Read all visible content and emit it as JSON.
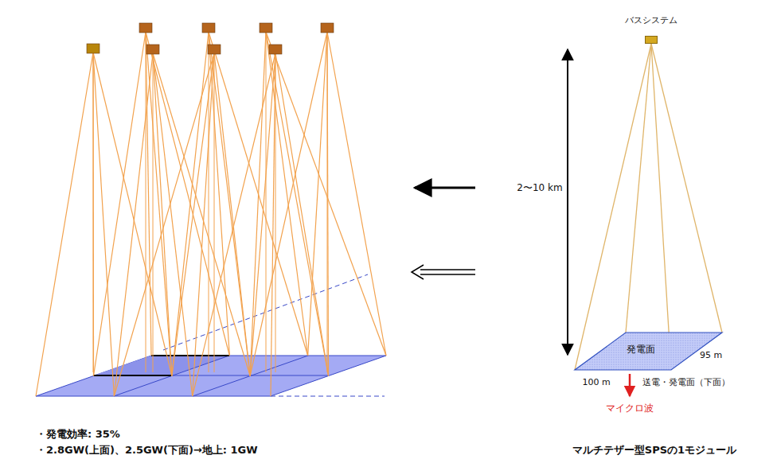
{
  "diagram": {
    "caption": "マルチテザー型SPSの1モジュール",
    "nodes": [
      {
        "text": [
          "バスシステム"
        ]
      },
      {
        "text": [
          "発電面"
        ]
      }
    ],
    "edges": [
      {
        "from": 0,
        "to": 1,
        "arrow": "none"
      },
      {
        "from": 0,
        "to": 1,
        "arrow": "none"
      },
      {
        "from": 0,
        "to": 1,
        "arrow": "none"
      },
      {
        "from": 0,
        "to": 1,
        "arrow": "none"
      }
    ],
    "labels": [
      "2〜10 km",
      "95 m",
      "100 m",
      "送電・発電面（下面）",
      "マイクロ波",
      "・発電効率: 35%",
      "・2.8GW(上面)、2.5GW(下面)→地上: 1GW"
    ]
  }
}
